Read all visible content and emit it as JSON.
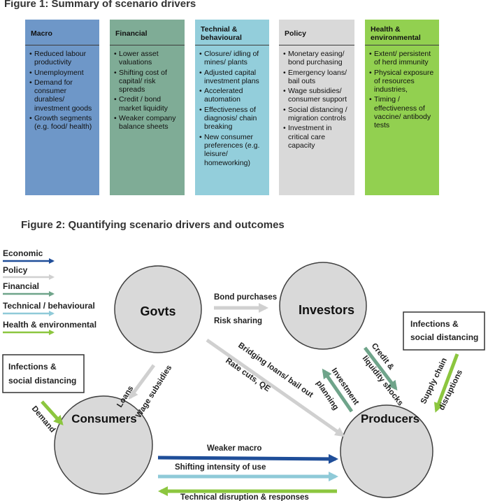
{
  "figure1": {
    "title": "Figure 1: Summary of scenario drivers",
    "columns": [
      {
        "heading": "Macro",
        "color": "#6e97c8",
        "items": [
          "Reduced labour productivity",
          "Unemployment",
          "Demand for consumer durables/ investment goods",
          "Growth segments (e.g. food/ health)"
        ]
      },
      {
        "heading": "Financial",
        "color": "#7fac96",
        "items": [
          "Lower asset valuations",
          "Shifting cost of capital/ risk spreads",
          "Credit / bond market liquidity",
          "Weaker company balance sheets"
        ]
      },
      {
        "heading": "Technial & behavioural",
        "color": "#93cedb",
        "items": [
          "Closure/ idling of mines/ plants",
          "Adjusted capital investment plans",
          "Accelerated automation",
          "Effectiveness of diagnosis/  chain breaking",
          "New consumer preferences (e.g. leisure/ homeworking)"
        ]
      },
      {
        "heading": "Policy",
        "color": "#d9d9d9",
        "items": [
          "Monetary easing/ bond purchasing",
          "Emergency loans/ bail outs",
          "Wage subsidies/ consumer support",
          "Social distancing / migration controls",
          "Investment in critical care capacity"
        ]
      },
      {
        "heading": "Health & environmental",
        "color": "#92d050",
        "items": [
          "Extent/ persistent of herd immunity",
          "Physical exposure of resources industries,",
          "Timing / effectiveness of vaccine/ antibody tests"
        ]
      }
    ]
  },
  "figure2": {
    "title": "Figure 2: Quantifying scenario drivers and outcomes",
    "legend": [
      {
        "label": "Economic",
        "color": "#1f4e99"
      },
      {
        "label": "Policy",
        "color": "#d0d0d0"
      },
      {
        "label": "Financial",
        "color": "#6fa48a"
      },
      {
        "label": "Technical / behavioural",
        "color": "#8fcad8"
      },
      {
        "label": "Health & environmental",
        "color": "#8cc63f"
      }
    ],
    "nodes": {
      "govts": "Govts",
      "investors": "Investors",
      "consumers": "Consumers",
      "producers": "Producers"
    },
    "edges": {
      "bond_purchases": "Bond purchases",
      "risk_sharing": "Risk sharing",
      "bridging_loans": "Bridging loans/ bail out",
      "rate_cuts": "Rate cuts, QE",
      "credit_shocks": [
        "Credit &",
        "liquidity shocks"
      ],
      "investment_planning": [
        "Investment",
        "planning"
      ],
      "loans": "Loans",
      "wage_subsidies": "Wage subsidies",
      "demand": "Demand",
      "supply_chain": [
        "Supply chain",
        "disruptions"
      ],
      "weaker_macro": "Weaker macro",
      "shifting_intensity": "Shifting intensity of use",
      "technical_disruption": "Technical disruption & responses"
    },
    "boxes": {
      "right": [
        "Infections &",
        "social distancing"
      ],
      "left": [
        "Infections &",
        "social distancing"
      ]
    }
  }
}
